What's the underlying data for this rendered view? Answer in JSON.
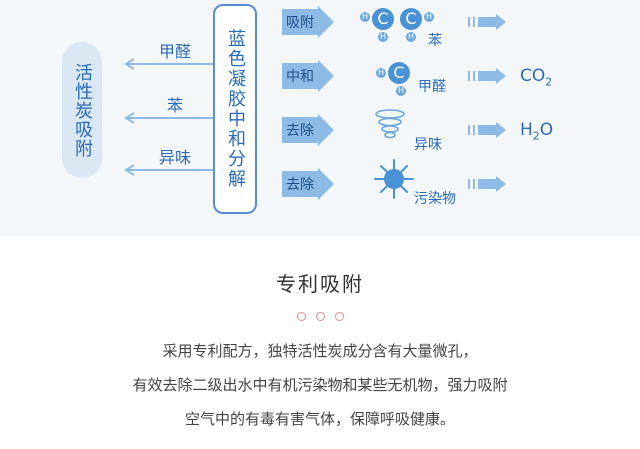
{
  "carbon": {
    "label": "活性炭吸附"
  },
  "left_items": [
    "甲醛",
    "苯",
    "异味"
  ],
  "agent": {
    "label": "蓝色凝胶中和分解"
  },
  "processes": [
    "吸附",
    "中和",
    "去除",
    "去除"
  ],
  "molecules": {
    "c": "C",
    "h": "H"
  },
  "pollutants": {
    "benzene": "苯",
    "formaldehyde": "甲醛",
    "odor": "异味",
    "pollutant": "污染物"
  },
  "products": {
    "co2_main": "CO",
    "co2_sub": "2",
    "h2o_h": "H",
    "h2o_sub": "2",
    "h2o_o": "O"
  },
  "section": {
    "title": "专利吸附",
    "lines": [
      "采用专利配方，独特活性炭成分含有大量微孔，",
      "有效去除二级出水中有机污染物和某些无机物，强力吸附",
      "空气中的有毒有害气体，保障呼吸健康。"
    ]
  },
  "colors": {
    "accent": "#2a6bb7",
    "arrow": "#8dbbe6",
    "dot": "#e38f8f"
  }
}
